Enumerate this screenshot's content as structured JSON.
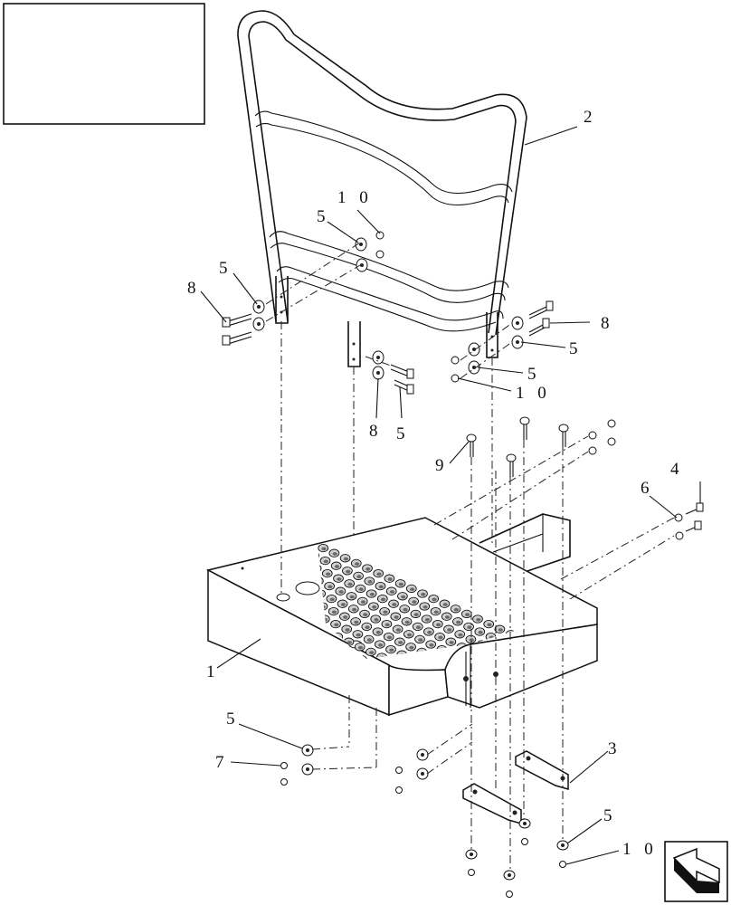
{
  "callouts": {
    "c1": "1",
    "c2": "2",
    "c3": "3",
    "c4": "4",
    "c5a": "5",
    "c5b": "5",
    "c5c": "5",
    "c5d": "5",
    "c5e": "5",
    "c5f": "5",
    "c5g": "5",
    "c6": "6",
    "c7": "7",
    "c8a": "8",
    "c8b": "8",
    "c8c": "8",
    "c9": "9",
    "c10a": "1 0",
    "c10b": "1 0",
    "c10c": "1 0"
  },
  "icons": {
    "nav": "next-page-arrow-icon",
    "blank_box": "blank-title-box"
  },
  "colors": {
    "line": "#111111",
    "cup_fill": "#cfcfcf",
    "background": "#ffffff"
  }
}
